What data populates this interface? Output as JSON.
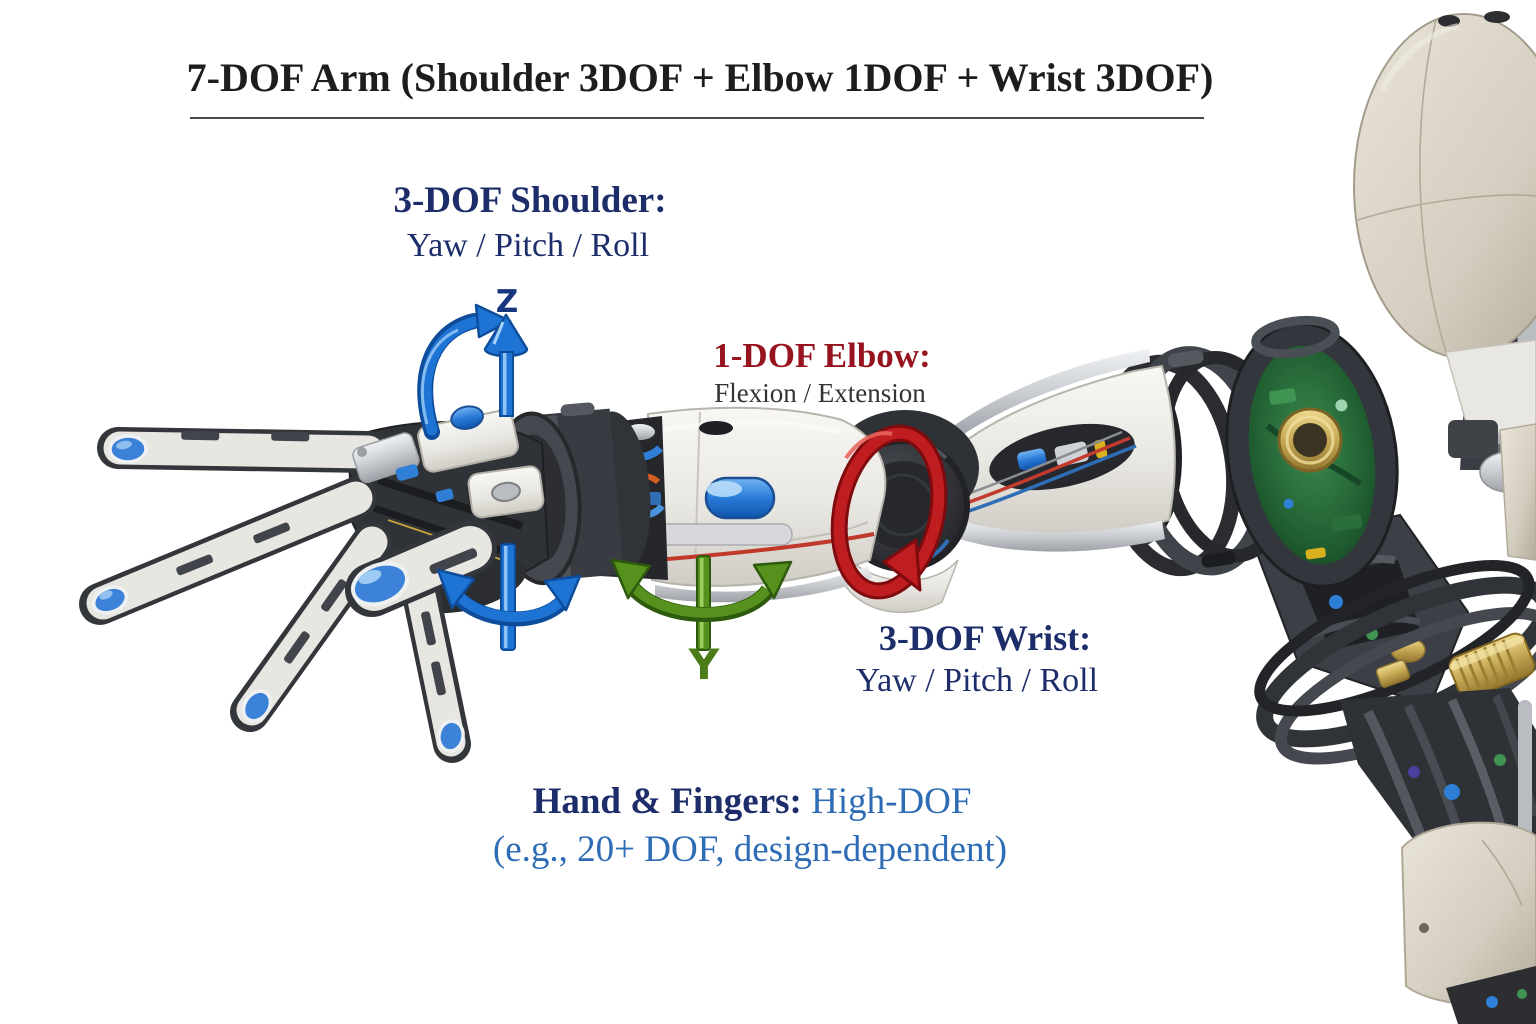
{
  "page": {
    "background": "#ffffff"
  },
  "title": {
    "text": "7-DOF Arm (Shoulder 3DOF + Elbow 1DOF + Wrist 3DOF)"
  },
  "annotations": {
    "shoulder": {
      "heading": "3-DOF Shoulder:",
      "subtitle": "Yaw / Pitch / Roll"
    },
    "elbow": {
      "heading": "1-DOF Elbow:",
      "subtitle": "Flexion / Extension"
    },
    "wrist": {
      "heading": "3-DOF Wrist:",
      "subtitle": "Yaw / Pitch / Roll"
    },
    "hand": {
      "heading": "Hand & Fingers:",
      "highlight": "High-DOF",
      "subtitle": "(e.g., 20+ DOF, design-dependent)"
    }
  },
  "axis_labels": {
    "z": "Z",
    "y": "Y"
  },
  "colors": {
    "navy_text": "#1c2d6a",
    "elbow_red_text": "#97141f",
    "flexion_text": "#333333",
    "hand_blue_text": "#2e6cb5",
    "axis_blue": "#1e74d4",
    "axis_green": "#55911c",
    "rotation_red": "#c01d20",
    "z_letter": "#16377f",
    "y_letter": "#4b7c17"
  },
  "subject": {
    "description": "robotic humanoid arm illustration"
  }
}
